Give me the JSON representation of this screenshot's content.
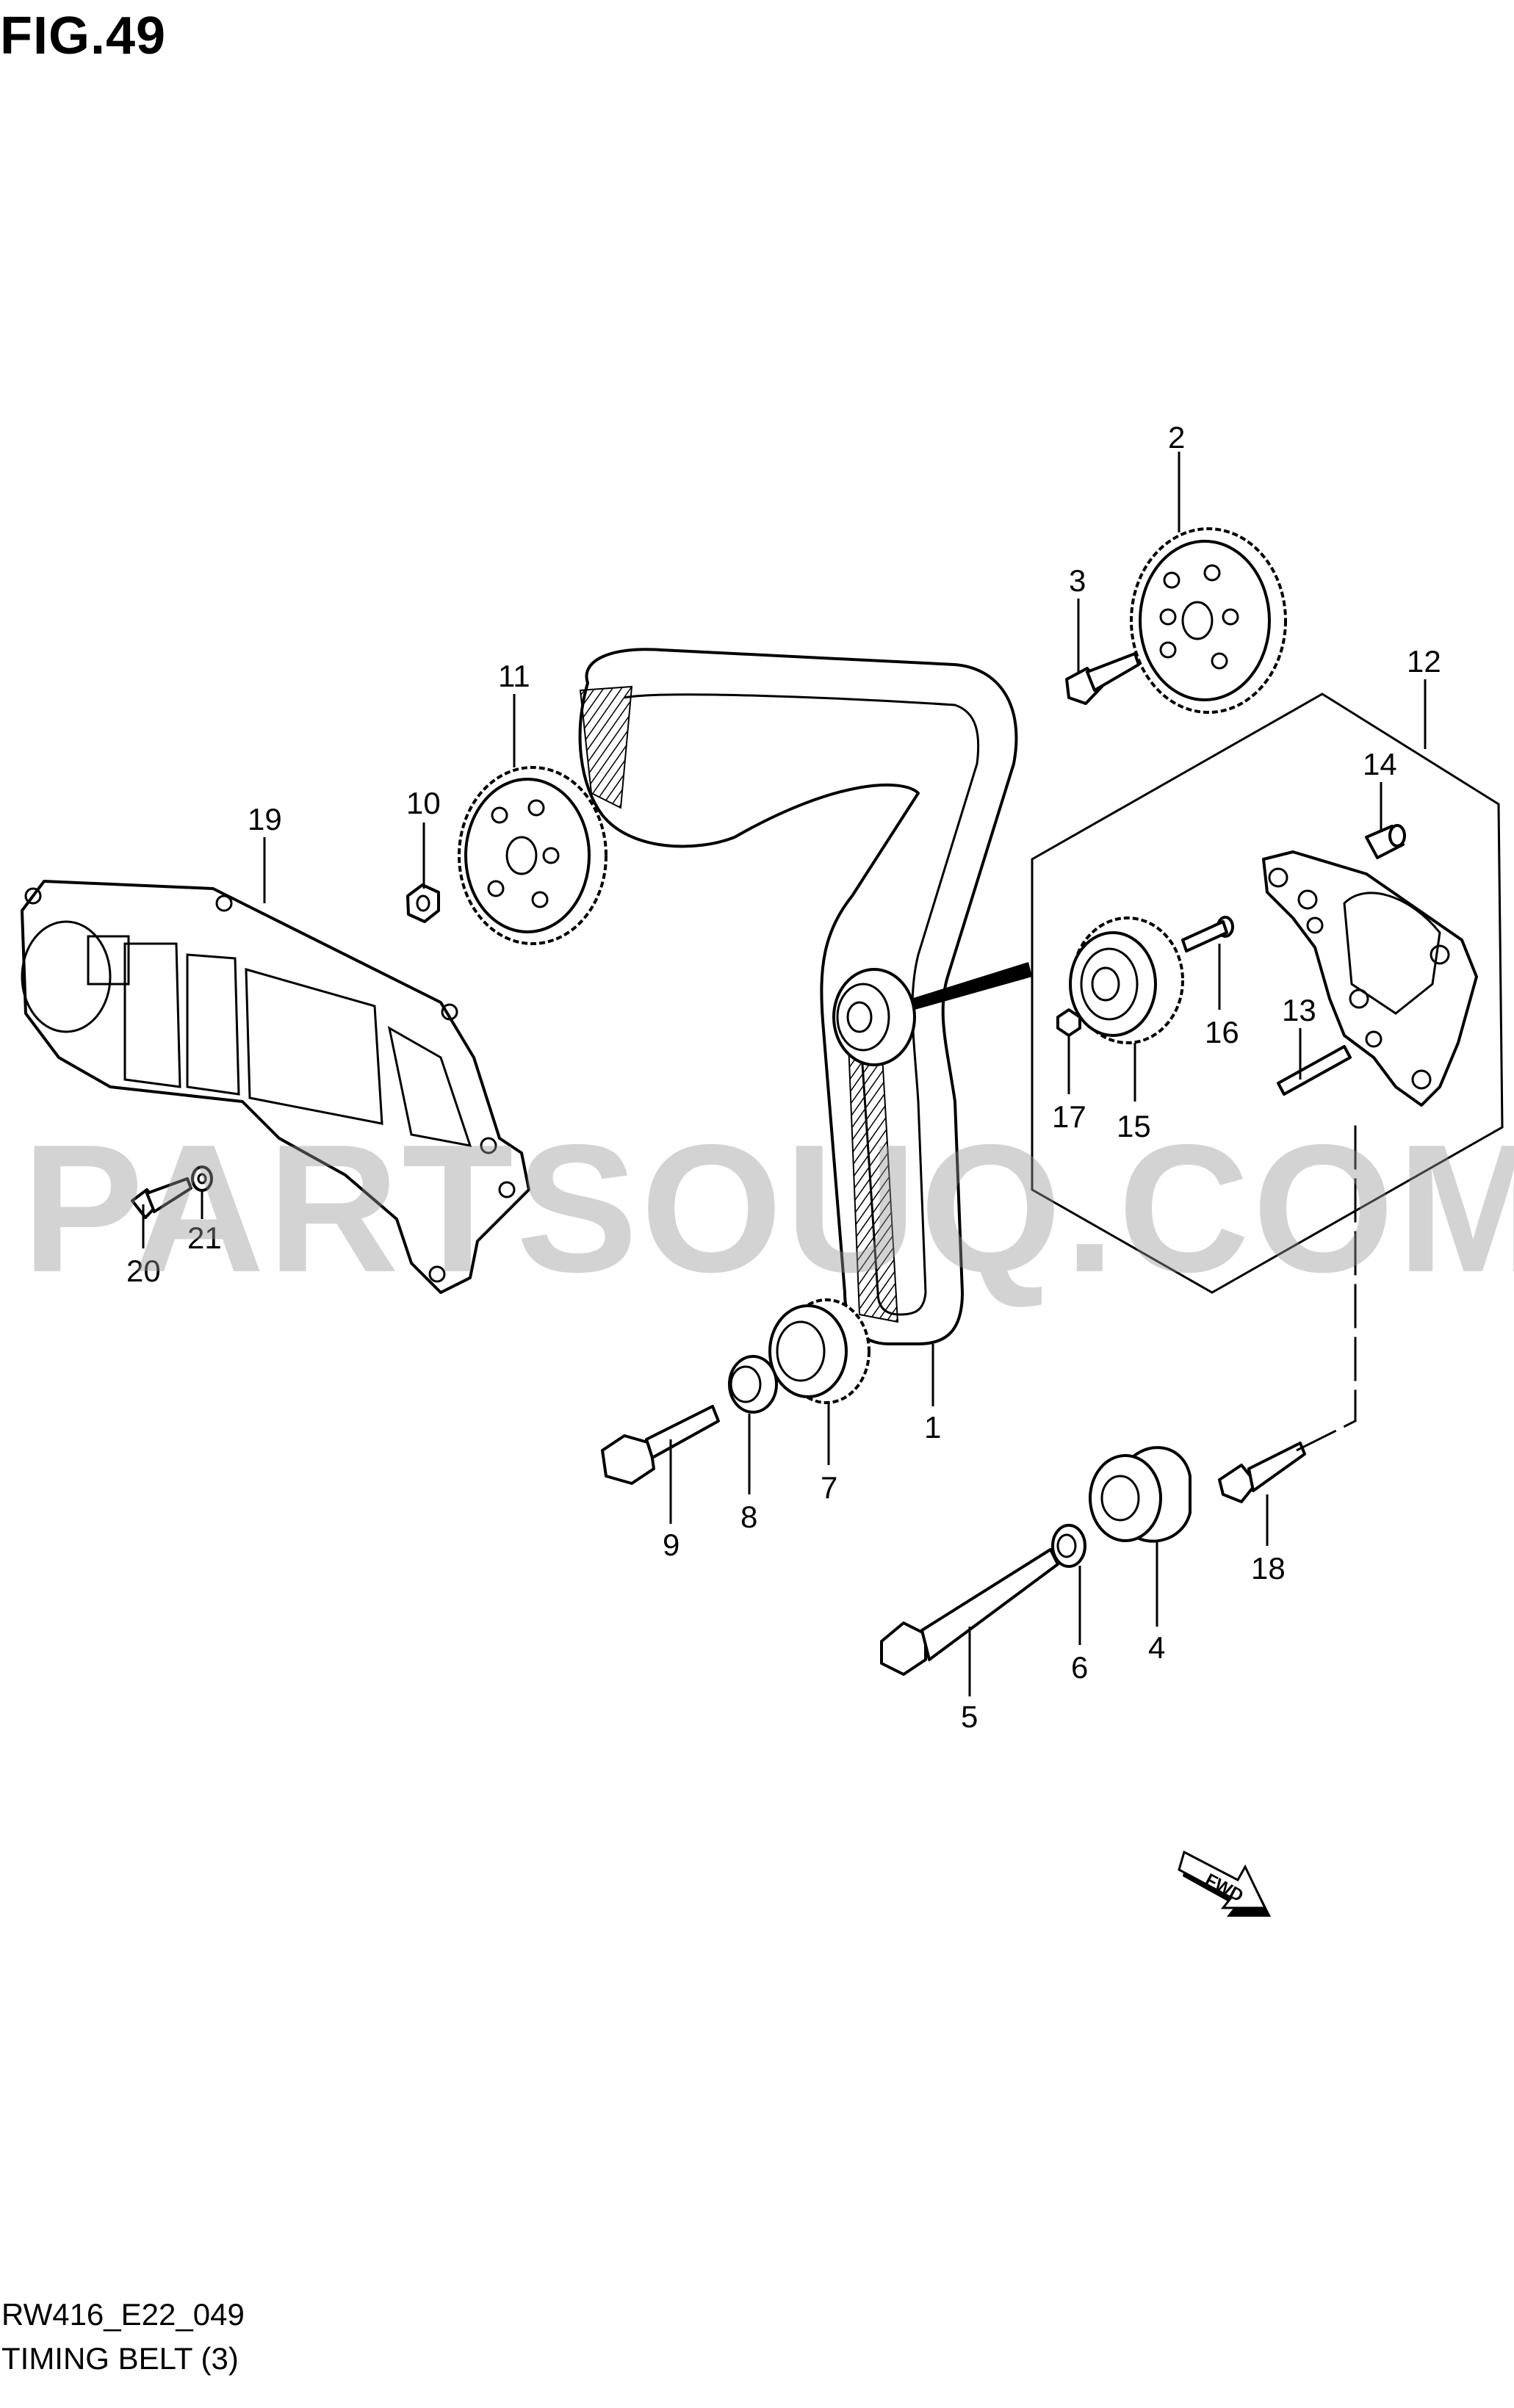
{
  "figure": {
    "title": "FIG.49"
  },
  "footer": {
    "code": "RW416_E22_049",
    "name": "TIMING BELT (3)"
  },
  "watermark": "PARTSOUQ.COM",
  "fwd_label": "FWD",
  "callouts": [
    "1",
    "2",
    "3",
    "4",
    "5",
    "6",
    "7",
    "8",
    "9",
    "10",
    "11",
    "12",
    "13",
    "14",
    "15",
    "16",
    "17",
    "18",
    "19",
    "20",
    "21"
  ],
  "colors": {
    "ink": "#000000",
    "paper": "#ffffff",
    "watermark": "#969696"
  }
}
